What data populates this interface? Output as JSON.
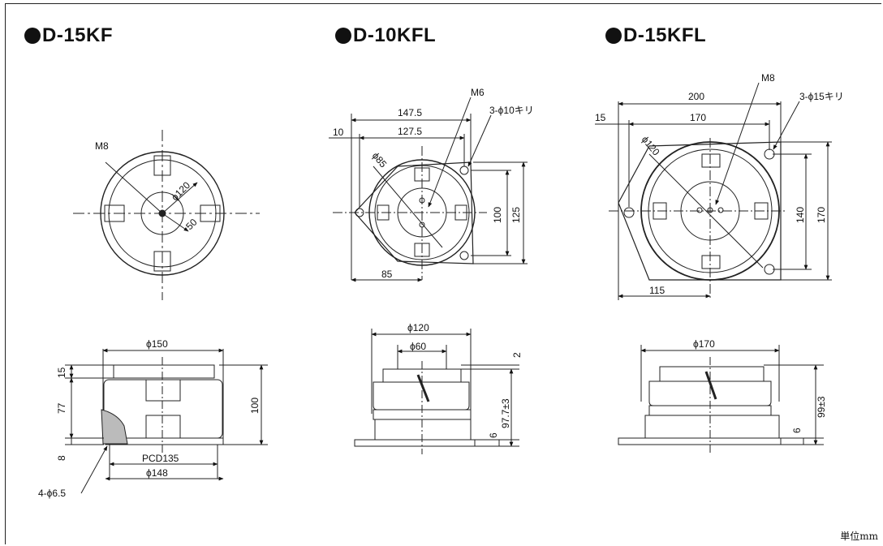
{
  "models": [
    {
      "name": "D-15KF",
      "top_view": {
        "thread": "M8",
        "diameter": "ϕ120",
        "radius": "50"
      },
      "side_view": {
        "top_width": "ϕ150",
        "dim_15": "15",
        "dim_77": "77",
        "height": "100",
        "dim_8": "8",
        "pcd": "PCD135",
        "base_width": "ϕ148",
        "holes": "4-ϕ6.5"
      }
    },
    {
      "name": "D-10KFL",
      "top_view": {
        "thread": "M6",
        "width_total": "147.5",
        "holes": "3-ϕ10キリ",
        "offset": "10",
        "hole_pitch": "127.5",
        "diameter": "ϕ85",
        "dim_100": "100",
        "dim_125": "125",
        "dim_85": "85"
      },
      "side_view": {
        "top_width": "ϕ120",
        "inner_width": "ϕ60",
        "dim_2": "2",
        "height": "97.7±3",
        "dim_6": "6"
      }
    },
    {
      "name": "D-15KFL",
      "top_view": {
        "thread": "M8",
        "width_total": "200",
        "holes": "3-ϕ15キリ",
        "offset": "15",
        "hole_pitch": "170",
        "diameter": "ϕ120",
        "dim_140": "140",
        "dim_170": "170",
        "dim_115": "115"
      },
      "side_view": {
        "top_width": "ϕ170",
        "height": "99±3",
        "dim_6": "6"
      }
    }
  ],
  "unit_label": "単位mm"
}
